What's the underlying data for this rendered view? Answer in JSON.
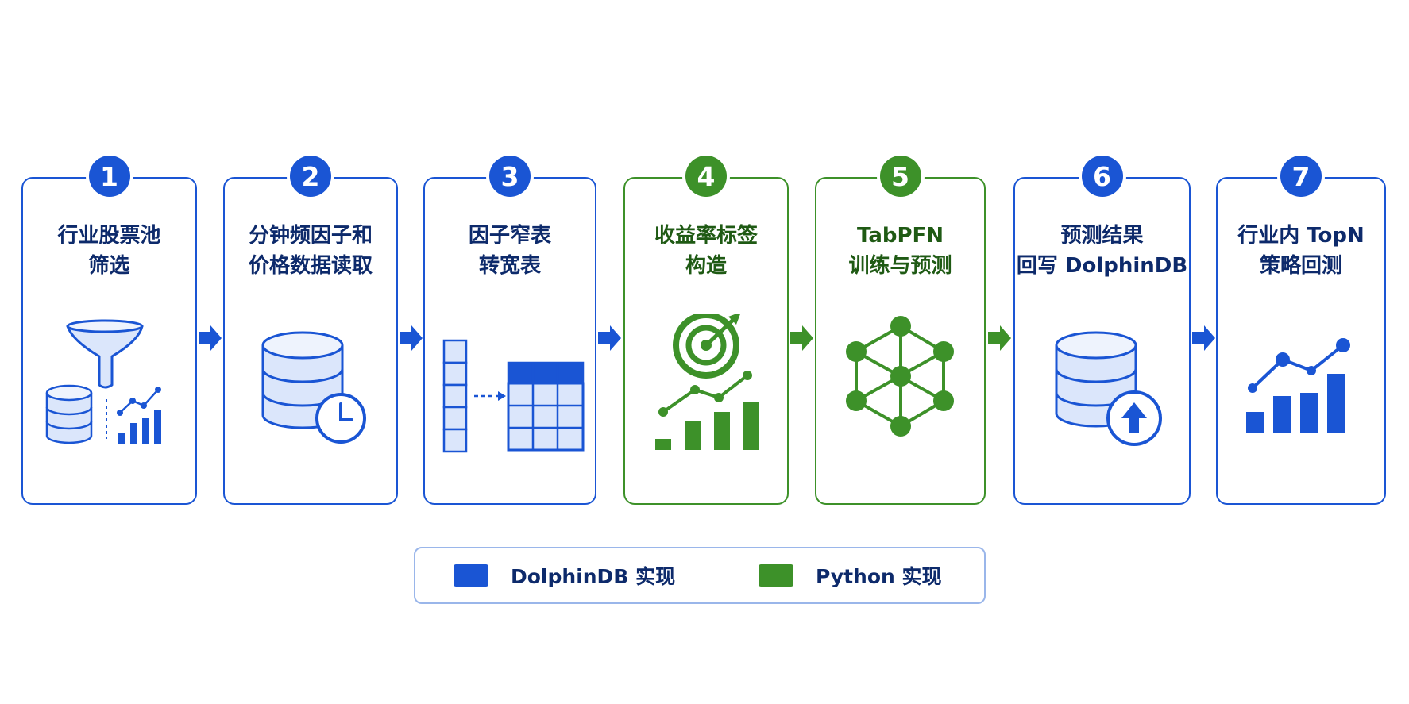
{
  "colors": {
    "dolphindb": "#1a55d4",
    "python": "#3d9129",
    "text_blue": "#0d2a6b",
    "text_green": "#1f5a14"
  },
  "steps": [
    {
      "number": "1",
      "lines": [
        "行业股票池",
        "筛选"
      ],
      "impl": "dolphindb",
      "icon": "funnel-database-chart-icon"
    },
    {
      "number": "2",
      "lines": [
        "分钟频因子和",
        "价格数据读取"
      ],
      "impl": "dolphindb",
      "icon": "database-clock-icon"
    },
    {
      "number": "3",
      "lines": [
        "因子窄表",
        "转宽表"
      ],
      "impl": "dolphindb",
      "icon": "narrow-to-wide-table-icon"
    },
    {
      "number": "4",
      "lines": [
        "收益率标签",
        "构造"
      ],
      "impl": "python",
      "icon": "target-chart-icon"
    },
    {
      "number": "5",
      "lines": [
        "TabPFN",
        "训练与预测"
      ],
      "impl": "python",
      "icon": "network-graph-icon"
    },
    {
      "number": "6",
      "lines": [
        "预测结果",
        "回写 DolphinDB"
      ],
      "impl": "dolphindb",
      "icon": "database-upload-icon"
    },
    {
      "number": "7",
      "lines": [
        "行业内 TopN",
        "策略回测"
      ],
      "impl": "dolphindb",
      "icon": "bar-line-chart-icon"
    }
  ],
  "legend": [
    {
      "label": "DolphinDB 实现",
      "color": "#1a55d4"
    },
    {
      "label": "Python 实现",
      "color": "#3d9129"
    }
  ]
}
